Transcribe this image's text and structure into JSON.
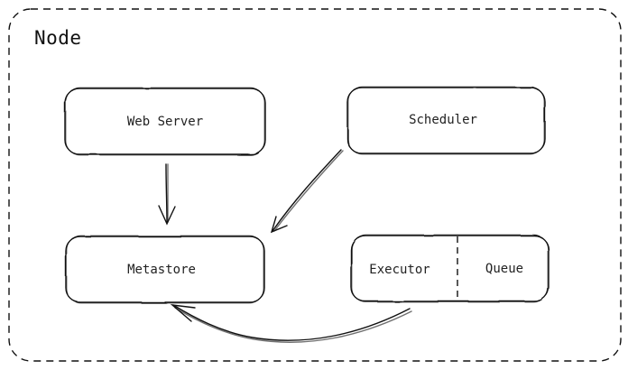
{
  "container": {
    "title": "Node"
  },
  "components": {
    "web_server": "Web Server",
    "scheduler": "Scheduler",
    "metastore": "Metastore",
    "executor": "Executor",
    "queue": "Queue"
  }
}
